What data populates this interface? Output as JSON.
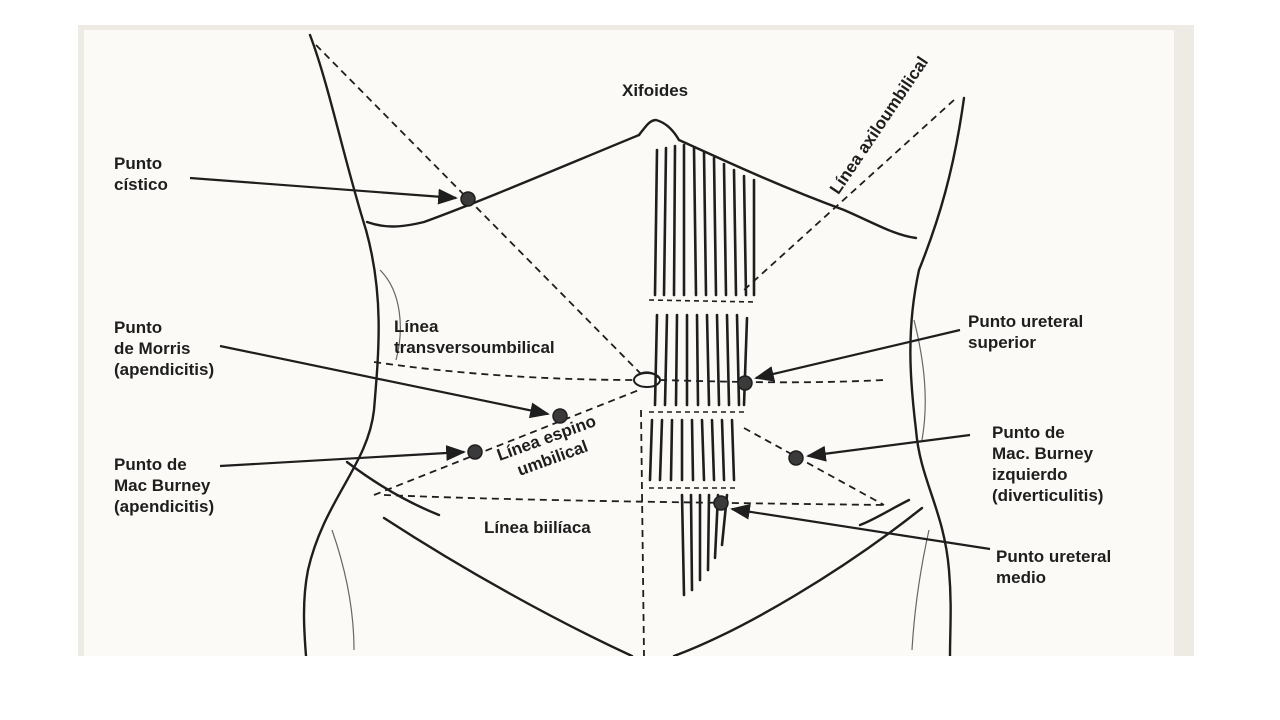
{
  "labels": {
    "xifoides": "Xifoides",
    "axiloumbilical": "Línea axiloumbilical",
    "punto_cistico": [
      "Punto",
      "cístico"
    ],
    "linea_transversoumbilical": [
      "Línea",
      "transversoumbilical"
    ],
    "punto_morris": [
      "Punto",
      "de Morris",
      "(apendicitis)"
    ],
    "linea_espino_umbilical": [
      "Línea espino",
      "umbilical"
    ],
    "punto_mac_burney": [
      "Punto de",
      "Mac Burney",
      "(apendicitis)"
    ],
    "linea_biiliaca": "Línea biilíaca",
    "punto_ureteral_superior": [
      "Punto ureteral",
      "superior"
    ],
    "punto_mac_burney_izquierdo": [
      "Punto de",
      "Mac. Burney",
      "izquierdo",
      "(diverticulitis)"
    ],
    "punto_ureteral_medio": [
      "Punto ureteral",
      "medio"
    ]
  },
  "colors": {
    "ink": "#1e1e1e",
    "point_fill": "#3a3a3a",
    "background": "#fbfaf6",
    "frame": "#eeebe4"
  },
  "icons": {
    "anatomical_point": "filled-circle",
    "pointer": "arrow"
  }
}
